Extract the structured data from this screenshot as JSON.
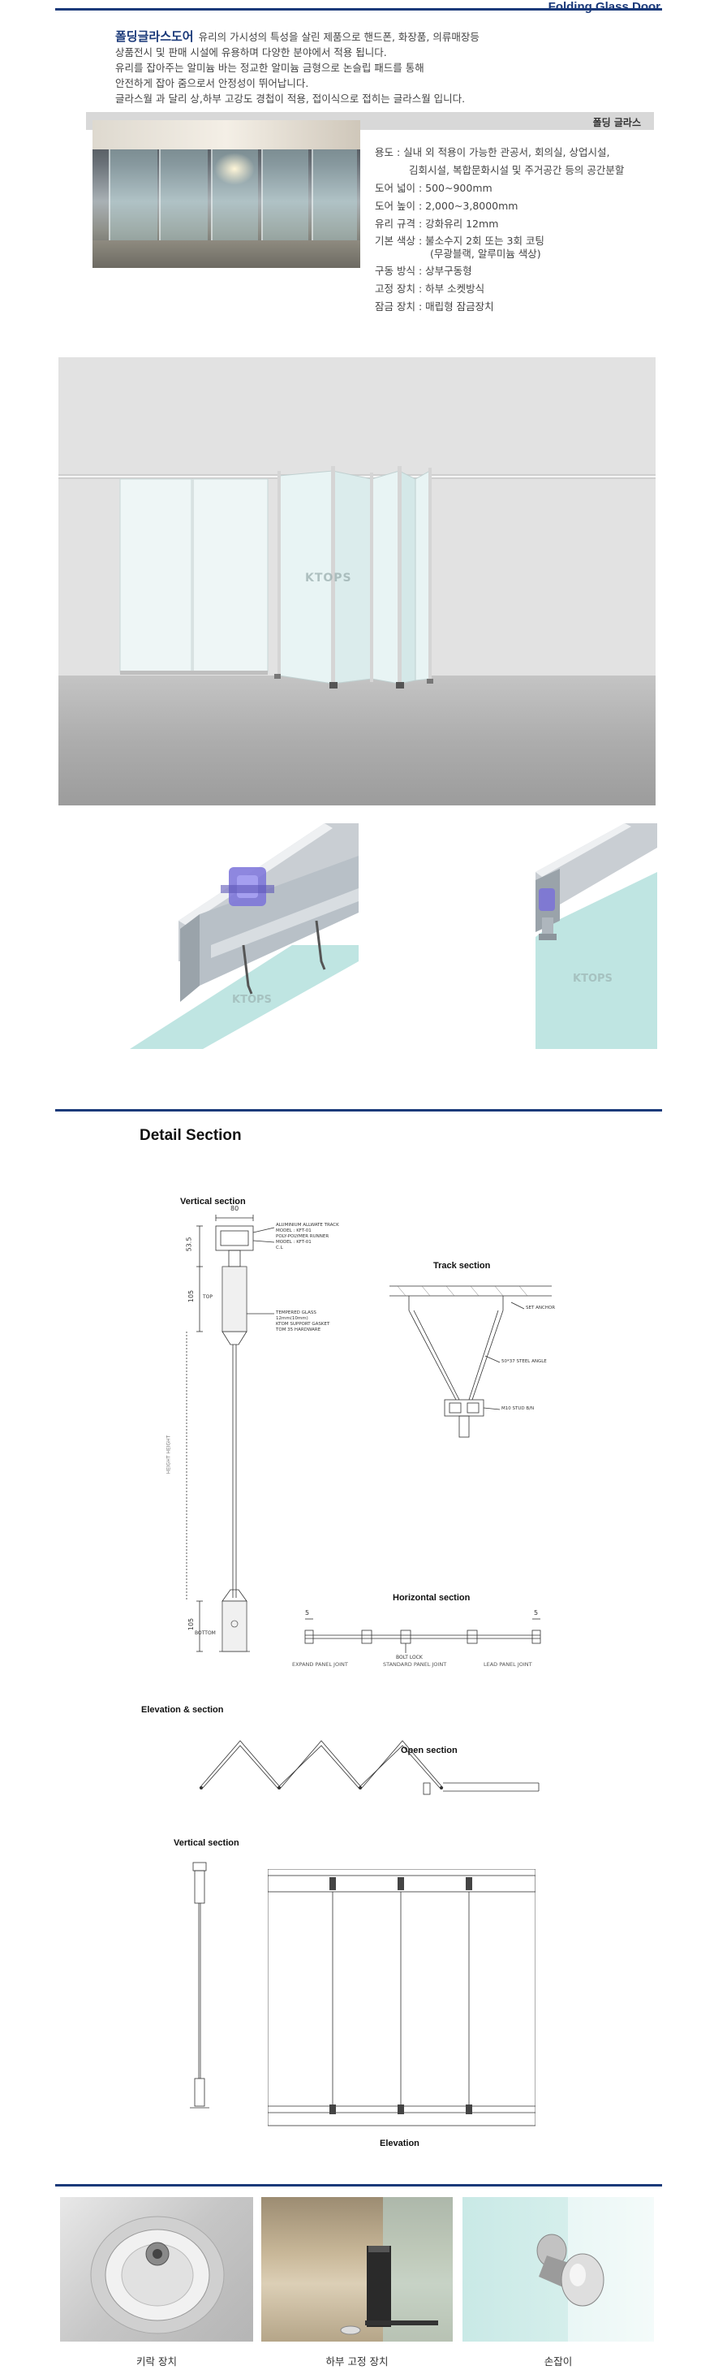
{
  "header": {
    "title": "Folding Glass Door"
  },
  "intro": {
    "product_name": "폴딩글라스도어",
    "lines": [
      "유리의 가시성의 특성을 살린 제품으로 핸드폰, 화장품, 의류매장등",
      "상품전시 및 판매 시설에 유용하며 다양한 분야에서 적용 됩니다.",
      "유리를 잡아주는 알미늄 바는 정교한 알미늄 금형으로 논슬립 패드를 통해",
      "안전하게 잡아 줌으로서 안정성이 뛰어납니다.",
      "글라스월 과 달리 상,하부 고강도 경첩이 적용, 접이식으로 접히는 글라스월 입니다."
    ]
  },
  "spec_band_label": "폴딩 글라스",
  "specs": {
    "usage_1": "용도 : 실내 외 적용이 가능한 관공서, 회의실, 상업시설,",
    "usage_2": "김회시설, 복합문화시설 및 주거공간 등의 공간분할",
    "width": "도어 넓이 : 500~900mm",
    "height": "도어 높이 : 2,000~3,8000mm",
    "glass": "유리 규격 : 강화유리 12mm",
    "color_1": "기본 색상 : 불소수지 2회 또는 3회 코팅",
    "color_2": "(무광블랙, 알루미늄 색상)",
    "drive": "구동 방식 : 상부구동형",
    "fixing": "고정 장치 : 하부 소켓방식",
    "lock": "잠금 장치 : 매립형 잠금장치"
  },
  "watermark": "KTOPS",
  "detail": {
    "title": "Detail Section",
    "vertical_section": "Vertical section",
    "track_section": "Track section",
    "horizontal_section": "Horizontal section",
    "elevation_section": "Elevation & section",
    "open_section": "Open section",
    "vertical_section_2": "Vertical section",
    "elevation": "Elevation",
    "dim_80": "80",
    "dim_535": "53.5",
    "dim_105a": "105",
    "dim_105b": "105",
    "top_label": "TOP",
    "bottom_label": "BOTTOM",
    "height_label": "HEIGHT HEIGHT",
    "note_track_1": "ALUMINIUM ALLWATE TRACK",
    "note_track_2": "MODEL : KFT-01",
    "note_track_3": "POLY-POLYMER RUNNER",
    "note_track_4": "MODEL : KFT-01",
    "note_track_5": "C.L",
    "note_glass_1": "TEMPERED GLASS 12mm(10mm)",
    "note_glass_2": "KTOM SUPPORT GASKET",
    "note_glass_3": "TOM 35 HARDWARE",
    "set_anchor": "SET ANCHOR",
    "steel_angle": "50*37 STEEL ANGLE",
    "stud_bolt": "M10 STUD B/N",
    "dim_5a": "5",
    "dim_5b": "5",
    "bolt_lock": "BOLT LOCK",
    "expand_joint": "EXPAND PANEL JOINT",
    "standard_joint": "STANDARD PANEL JOINT",
    "lead_joint": "LEAD PANEL JOINT"
  },
  "bottom_captions": {
    "lock": "키락 장치",
    "floor_fix": "하부 고정 장치",
    "handle": "손잡이"
  }
}
